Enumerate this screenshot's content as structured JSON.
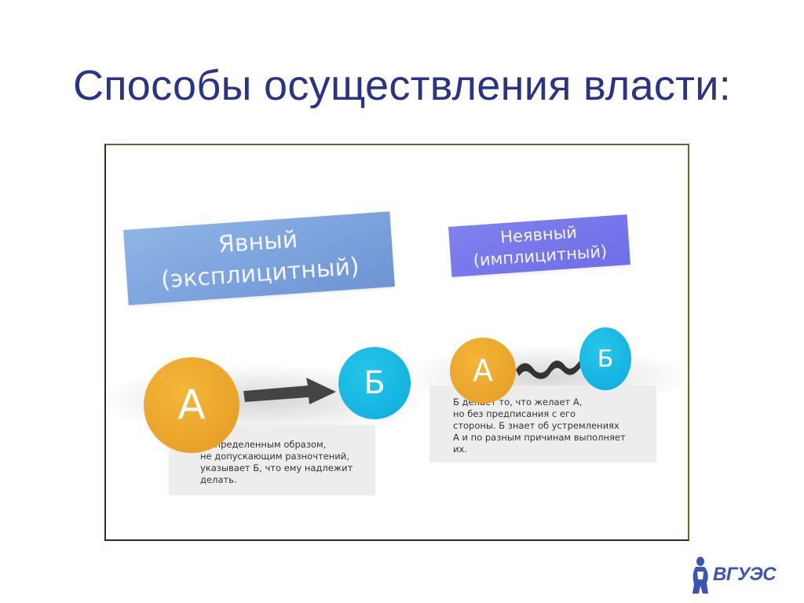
{
  "slide": {
    "title": "Способы осуществления власти:"
  },
  "figure": {
    "explicit": {
      "title_line1": "Явный",
      "title_line2": "(эксплицитный)",
      "circle_a": "А",
      "circle_b": "Б",
      "caption_lines": [
        "А определенным образом,",
        "не допускающим разночтений,",
        "указывает Б, что ему надлежит",
        "делать."
      ]
    },
    "implicit": {
      "title_line1": "Неявный",
      "title_line2": "(имплицитный)",
      "circle_a": "А",
      "circle_b": "Б",
      "caption_lines": [
        "Б делает то, что желает А,",
        "но без предписания с его",
        "стороны. Б знает об устремлениях",
        "А и по разным причинам выполняет",
        "их."
      ]
    },
    "colors": {
      "orange": "#eba52c",
      "cyan": "#14b3e0",
      "explicit_banner": "#7aa1dc",
      "implicit_banner": "#6f6ee6",
      "arrow": "#444444"
    }
  },
  "logo": {
    "text": "ВГУЭС",
    "emblem_icon": "figure-emblem-icon"
  }
}
